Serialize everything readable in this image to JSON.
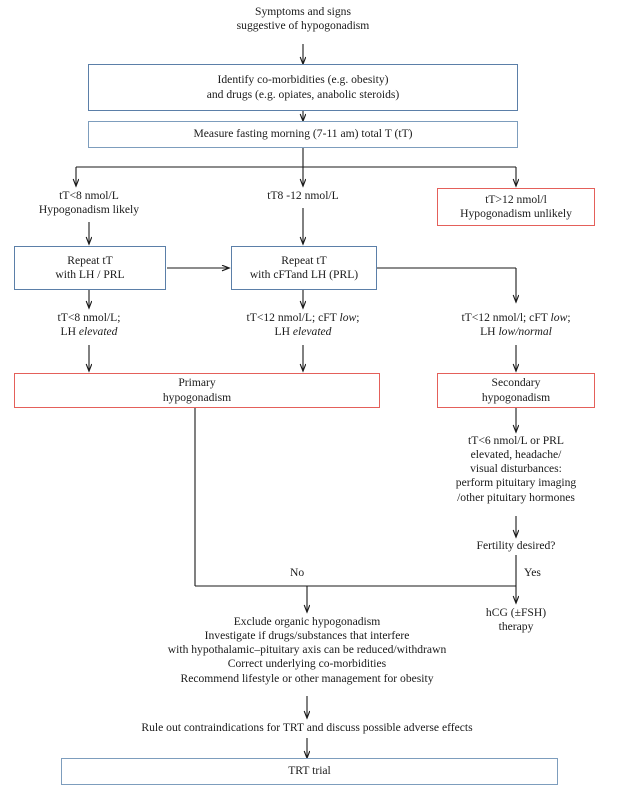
{
  "title": "Diagnostic algorithm for male hypogonadism",
  "colors": {
    "box_blue": "#5b7fa8",
    "box_blue_light": "#7d9dbd",
    "box_red": "#e4605a",
    "edge": "#1a1a1a",
    "text": "#1a1a1a",
    "background": "#ffffff"
  },
  "nodes": {
    "start": {
      "shape": "text",
      "lines": [
        "Symptoms and signs",
        "suggestive of hypogonadism"
      ]
    },
    "identify_comorbidities": {
      "shape": "box-blue",
      "lines": [
        "Identify co-morbidities (e.g. obesity)",
        "and drugs (e.g. opiates, anabolic steroids)"
      ]
    },
    "measure_tt": {
      "shape": "box-blue-light",
      "lines": [
        "Measure fasting morning (7-11 am) total T (tT)"
      ]
    },
    "branch_low": {
      "shape": "text",
      "lines": [
        "tT<8 nmol/L",
        "Hypogonadism likely"
      ]
    },
    "branch_mid": {
      "shape": "text",
      "lines": [
        "tT8 -12 nmol/L"
      ]
    },
    "branch_high": {
      "shape": "box-red",
      "lines": [
        "tT>12 nmol/l",
        "Hypogonadism unlikely"
      ]
    },
    "repeat_lh_prl": {
      "shape": "box-blue",
      "lines": [
        "Repeat tT",
        "with LH / PRL"
      ]
    },
    "repeat_cft_lh": {
      "shape": "box-blue",
      "lines": [
        "Repeat tT",
        "with cFTand LH (PRL)"
      ]
    },
    "result_left": {
      "shape": "text",
      "lines": [
        "tT<8 nmol/L;",
        "LH elevated"
      ],
      "italic_parts": [
        "elevated"
      ]
    },
    "result_mid": {
      "shape": "text",
      "lines": [
        "tT<12 nmol/L; cFT  low;",
        "LH elevated"
      ],
      "italic_parts": [
        "low",
        "elevated"
      ]
    },
    "result_right": {
      "shape": "text",
      "lines": [
        "tT<12 nmol/l; cFT  low;",
        "LH low/normal"
      ],
      "italic_parts": [
        "low",
        "low/normal"
      ]
    },
    "primary_hypogonadism": {
      "shape": "box-red",
      "lines": [
        "Primary",
        "hypogonadism"
      ]
    },
    "secondary_hypogonadism": {
      "shape": "box-red",
      "lines": [
        "Secondary",
        "hypogonadism"
      ]
    },
    "pituitary_workup": {
      "shape": "text",
      "lines": [
        "tT<6 nmol/L or PRL",
        "elevated, headache/",
        "visual disturbances:",
        "perform pituitary imaging",
        "/other pituitary hormones"
      ]
    },
    "fertility_desired": {
      "shape": "text",
      "lines": [
        "Fertility desired?"
      ]
    },
    "hcg_therapy": {
      "shape": "text",
      "lines": [
        "hCG (±FSH)",
        "therapy"
      ]
    },
    "exclude_organic": {
      "shape": "text",
      "lines": [
        "Exclude organic hypogonadism",
        "Investigate if drugs/substances that interfere",
        "with hypothalamic–pituitary axis can be reduced/withdrawn",
        "Correct underlying co-morbidities",
        "Recommend lifestyle or other management for obesity"
      ]
    },
    "rule_out_contraindications": {
      "shape": "text",
      "lines": [
        "Rule out contraindications for TRT and discuss possible adverse effects"
      ]
    },
    "trt_trial": {
      "shape": "box-blue-light",
      "lines": [
        "TRT trial"
      ]
    }
  },
  "edge_labels": {
    "no": "No",
    "yes": "Yes"
  }
}
